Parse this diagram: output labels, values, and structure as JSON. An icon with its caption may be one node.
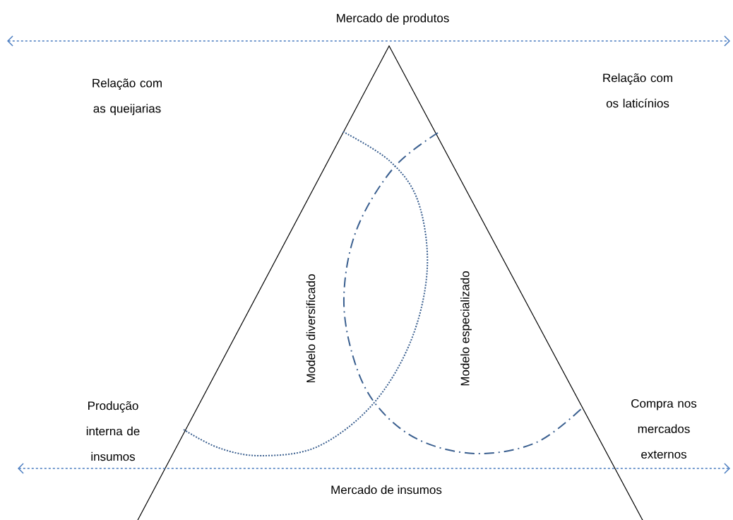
{
  "diagram": {
    "labels": [
      "Mercado de produtos",
      "Relação com as queijarias",
      "Relação com os laticínios",
      "Modelo diversificado",
      "Modelo especializado",
      "Produção interna de insumos",
      "Compra nos mercados externos",
      "Mercado de insumos"
    ]
  }
}
